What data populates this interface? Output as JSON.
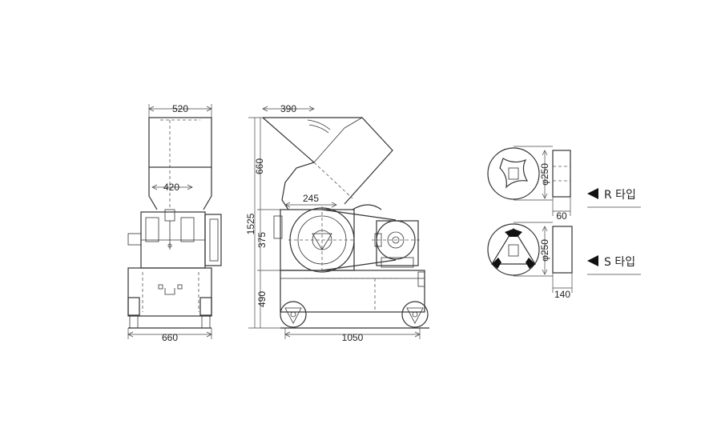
{
  "front_view": {
    "dim_top_width": "520",
    "dim_throat_width": "420",
    "dim_base_width": "660"
  },
  "side_view": {
    "dim_hopper_width": "390",
    "dim_hopper_height": "660",
    "dim_total_height": "1525",
    "dim_mid_height": "375",
    "dim_base_height": "490",
    "dim_offset": "245",
    "dim_base_length": "1050"
  },
  "rotor_views": {
    "r_type": {
      "diameter_label": "φ250",
      "width_label": "60",
      "type_label": "R 타입"
    },
    "s_type": {
      "diameter_label": "φ250",
      "width_label": "140",
      "type_label": "S 타입"
    }
  }
}
